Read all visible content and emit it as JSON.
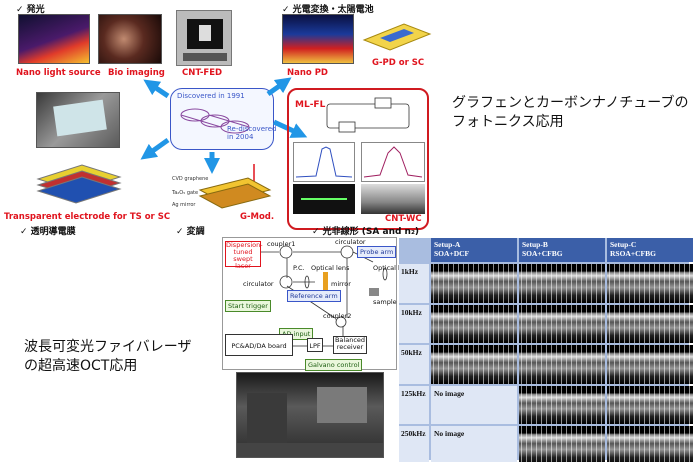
{
  "sections": {
    "emission": "✓ 発光",
    "photoelectric": "✓ 光電変換・太陽電池",
    "transparent": "✓ 透明導電膜",
    "modulation": "✓ 変調",
    "nonlinear": "✓ 光非線形 (SA and n₂)"
  },
  "labels": {
    "nano_light_source": "Nano light source",
    "bio_imaging": "Bio imaging",
    "cnt_fed": "CNT-FED",
    "nano_pd": "Nano PD",
    "g_pd_sc": "G-PD or SC",
    "transparent_electrode": "Transparent electrode for TS or SC",
    "g_mod": "G-Mod.",
    "ml_fl": "ML-FL",
    "cnt_wc": "CNT-WC"
  },
  "center": {
    "discovered": "Discovered in 1991",
    "rediscovered": "Re-discovered\nin 2004"
  },
  "headline": "グラフェンとカーボンナノチューブの\nフォトニクス応用",
  "oct_title": "波長可変光ファイバレーザ\nの超高速OCT応用",
  "setup": {
    "laser": "Dispersion-tuned swept laser",
    "coupler1": "coupler1",
    "circulator1": "circulator",
    "circulator2": "circulator",
    "probe_arm": "Probe arm",
    "pc": "P.C.",
    "optical_lens1": "Optical lens",
    "optical_lens2": "Optical lens",
    "reference_arm": "Reference arm",
    "mirror": "mirror",
    "sample": "sample",
    "start_trigger": "Start trigger",
    "coupler2": "coupler2",
    "ad_input": "AD input",
    "pc_board": "PC&AD/DA board",
    "lpf": "LPF",
    "balanced_receiver": "Balanced receiver",
    "galvano_control": "Galvano control"
  },
  "table": {
    "columns": [
      {
        "name": "Setup-A",
        "sub": "SOA+DCF"
      },
      {
        "name": "Setup-B",
        "sub": "SOA+CFBG"
      },
      {
        "name": "Setup-C",
        "sub": "RSOA+CFBG"
      }
    ],
    "rows": [
      {
        "rate": "1kHz",
        "cells": [
          true,
          true,
          true
        ]
      },
      {
        "rate": "10kHz",
        "cells": [
          true,
          true,
          true
        ]
      },
      {
        "rate": "50kHz",
        "cells": [
          true,
          true,
          true
        ]
      },
      {
        "rate": "125kHz",
        "cells": [
          false,
          true,
          true
        ]
      },
      {
        "rate": "250kHz",
        "cells": [
          false,
          true,
          true
        ]
      }
    ],
    "no_image": "No image"
  },
  "colors": {
    "red": "#e0141e",
    "blue": "#3a56c8",
    "arrow": "#2196e6",
    "table_header": "#3b5fa8"
  }
}
